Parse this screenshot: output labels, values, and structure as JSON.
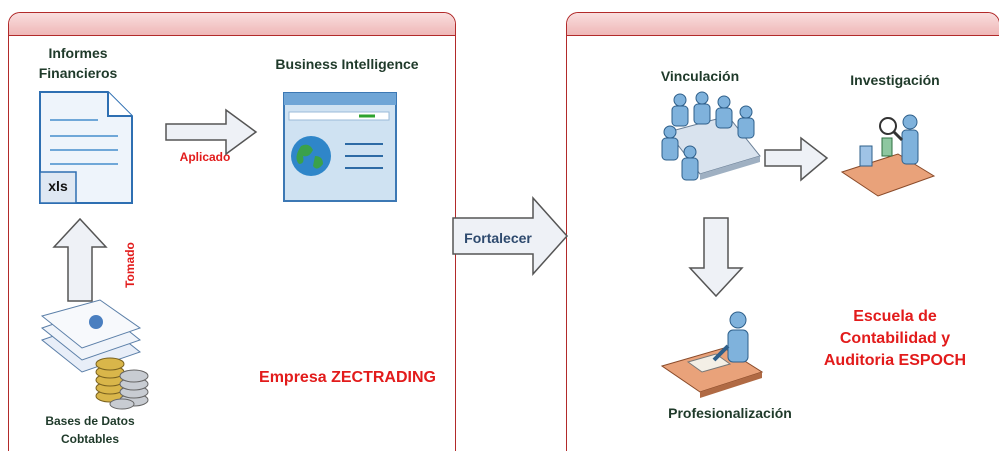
{
  "left_panel": {
    "informes_label": "Informes\nFinancieros",
    "file_ext": "xls",
    "bi_label": "Business Intelligence",
    "aplicado_label": "Aplicado",
    "tomado_label": "Tomado",
    "bases_label": "Bases de Datos\nCobtables",
    "company_label": "Empresa ZECTRADING"
  },
  "connector": {
    "fortalecer_label": "Fortalecer"
  },
  "right_panel": {
    "vinculacion_label": "Vinculación",
    "investigacion_label": "Investigación",
    "profesionalizacion_label": "Profesionalización",
    "school_label": "Escuela de\nContabilidad y\nAuditoria ESPOCH"
  },
  "colors": {
    "border": "#b22a2a",
    "accent_red": "#e21b1b",
    "header_fill": "#efb7b7",
    "arrow_fill": "#eef1f6"
  }
}
